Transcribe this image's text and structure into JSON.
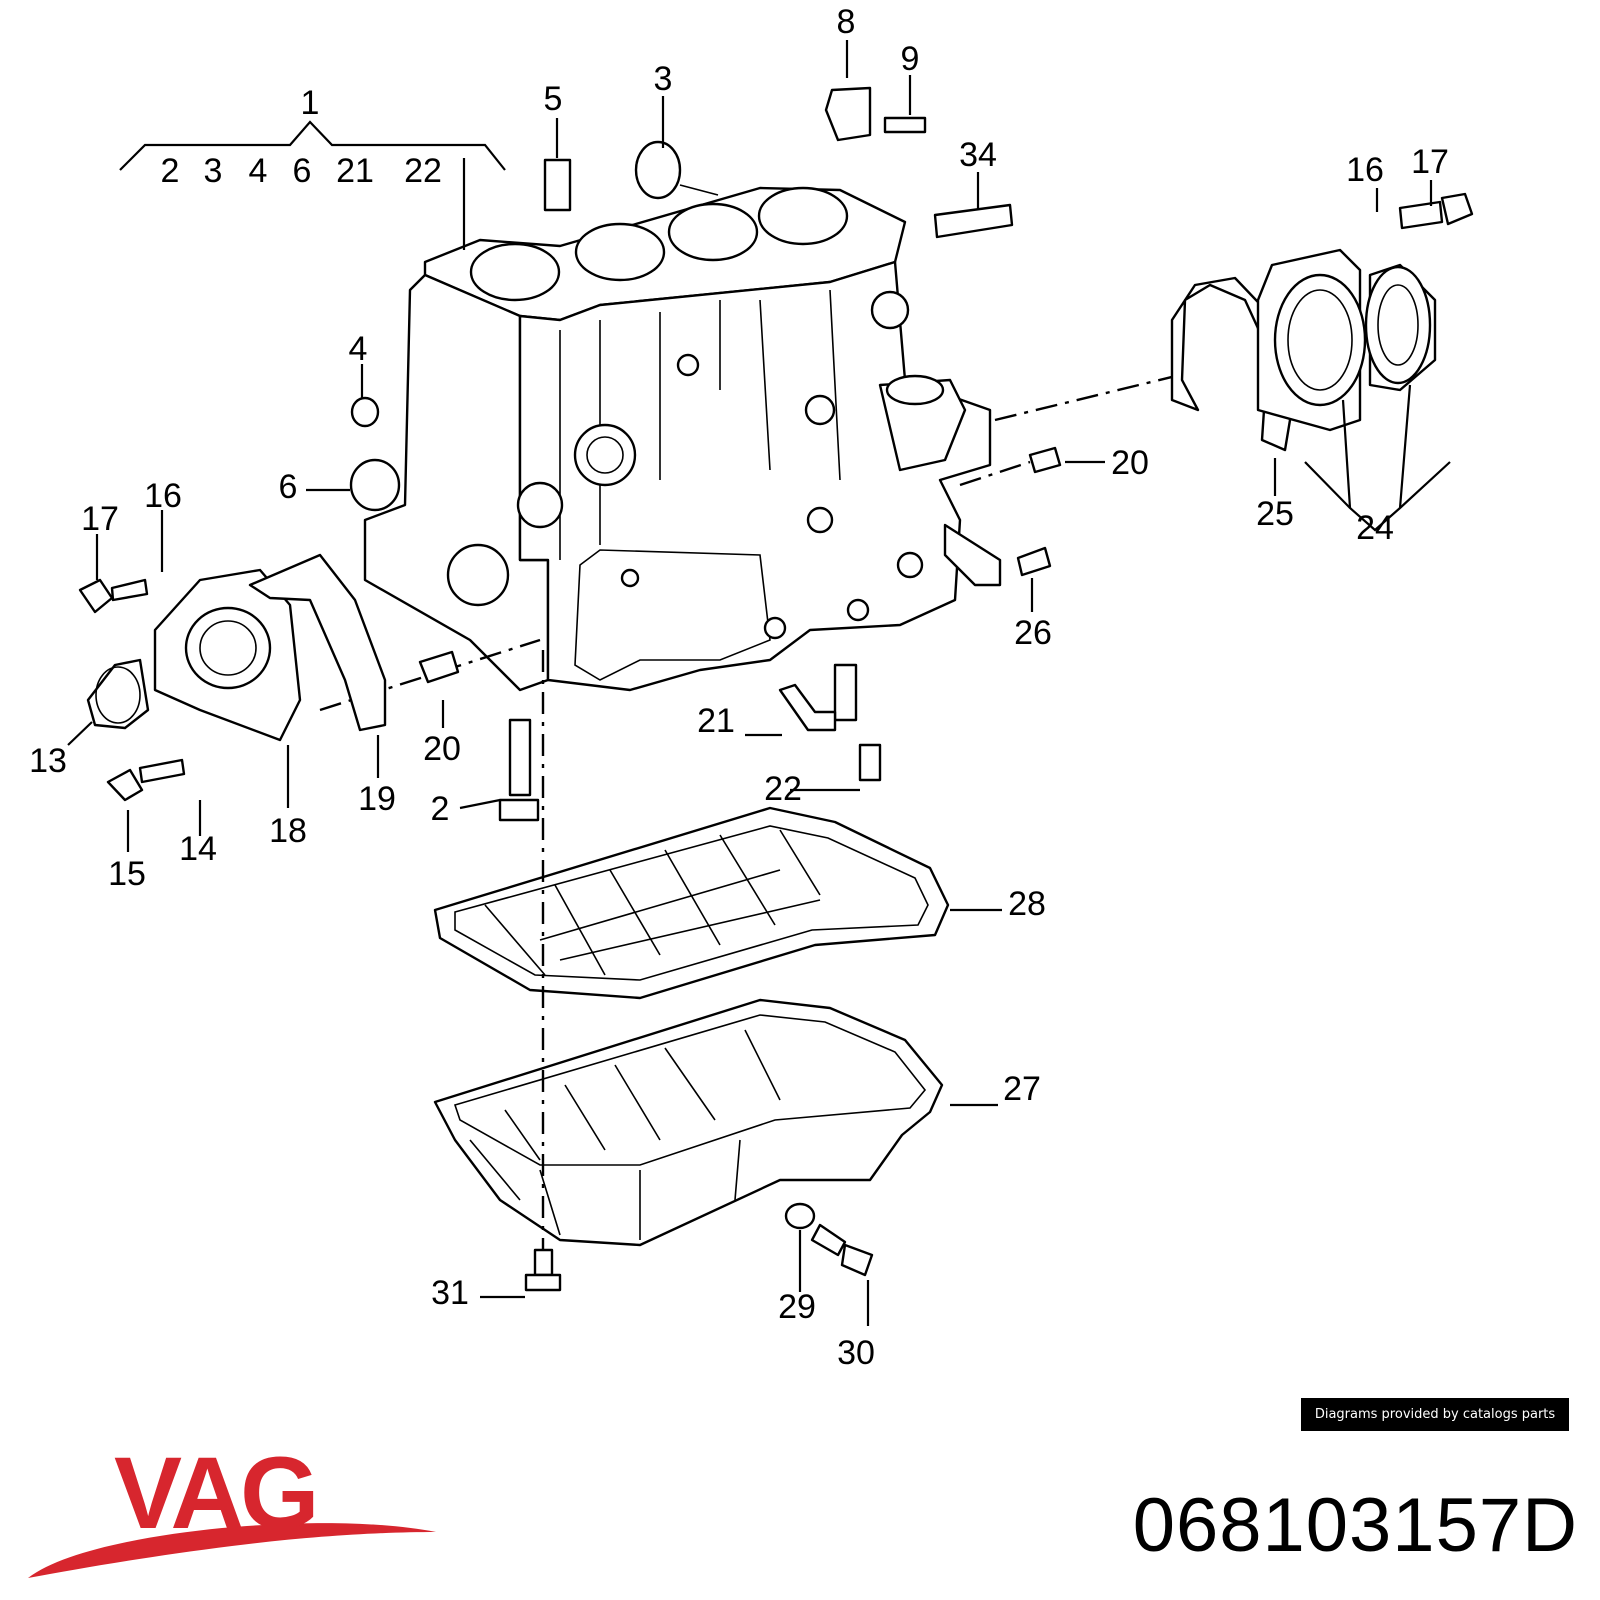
{
  "callouts": [
    {
      "id": "c1",
      "text": "1"
    },
    {
      "id": "c2",
      "text": "2"
    },
    {
      "id": "c3",
      "text": "3"
    },
    {
      "id": "c4",
      "text": "4"
    },
    {
      "id": "c5",
      "text": "5"
    },
    {
      "id": "c6",
      "text": "6"
    },
    {
      "id": "c8",
      "text": "8"
    },
    {
      "id": "c9",
      "text": "9"
    },
    {
      "id": "c13",
      "text": "13"
    },
    {
      "id": "c14",
      "text": "14"
    },
    {
      "id": "c15",
      "text": "15"
    },
    {
      "id": "c16a",
      "text": "16"
    },
    {
      "id": "c16b",
      "text": "16"
    },
    {
      "id": "c17a",
      "text": "17"
    },
    {
      "id": "c17b",
      "text": "17"
    },
    {
      "id": "c18",
      "text": "18"
    },
    {
      "id": "c19",
      "text": "19"
    },
    {
      "id": "c20a",
      "text": "20"
    },
    {
      "id": "c20b",
      "text": "20"
    },
    {
      "id": "c21",
      "text": "21"
    },
    {
      "id": "c22",
      "text": "22"
    },
    {
      "id": "c24",
      "text": "24"
    },
    {
      "id": "c25",
      "text": "25"
    },
    {
      "id": "c26",
      "text": "26"
    },
    {
      "id": "c27",
      "text": "27"
    },
    {
      "id": "c28",
      "text": "28"
    },
    {
      "id": "c29",
      "text": "29"
    },
    {
      "id": "c30",
      "text": "30"
    },
    {
      "id": "c31",
      "text": "31"
    },
    {
      "id": "c34",
      "text": "34"
    }
  ],
  "group1_members": [
    "2",
    "3",
    "4",
    "6",
    "21",
    "22"
  ],
  "credit": "Diagrams provided by catalogs parts",
  "brand": "VAG",
  "brand_color": "#d7262e",
  "part_number": "068103157D"
}
